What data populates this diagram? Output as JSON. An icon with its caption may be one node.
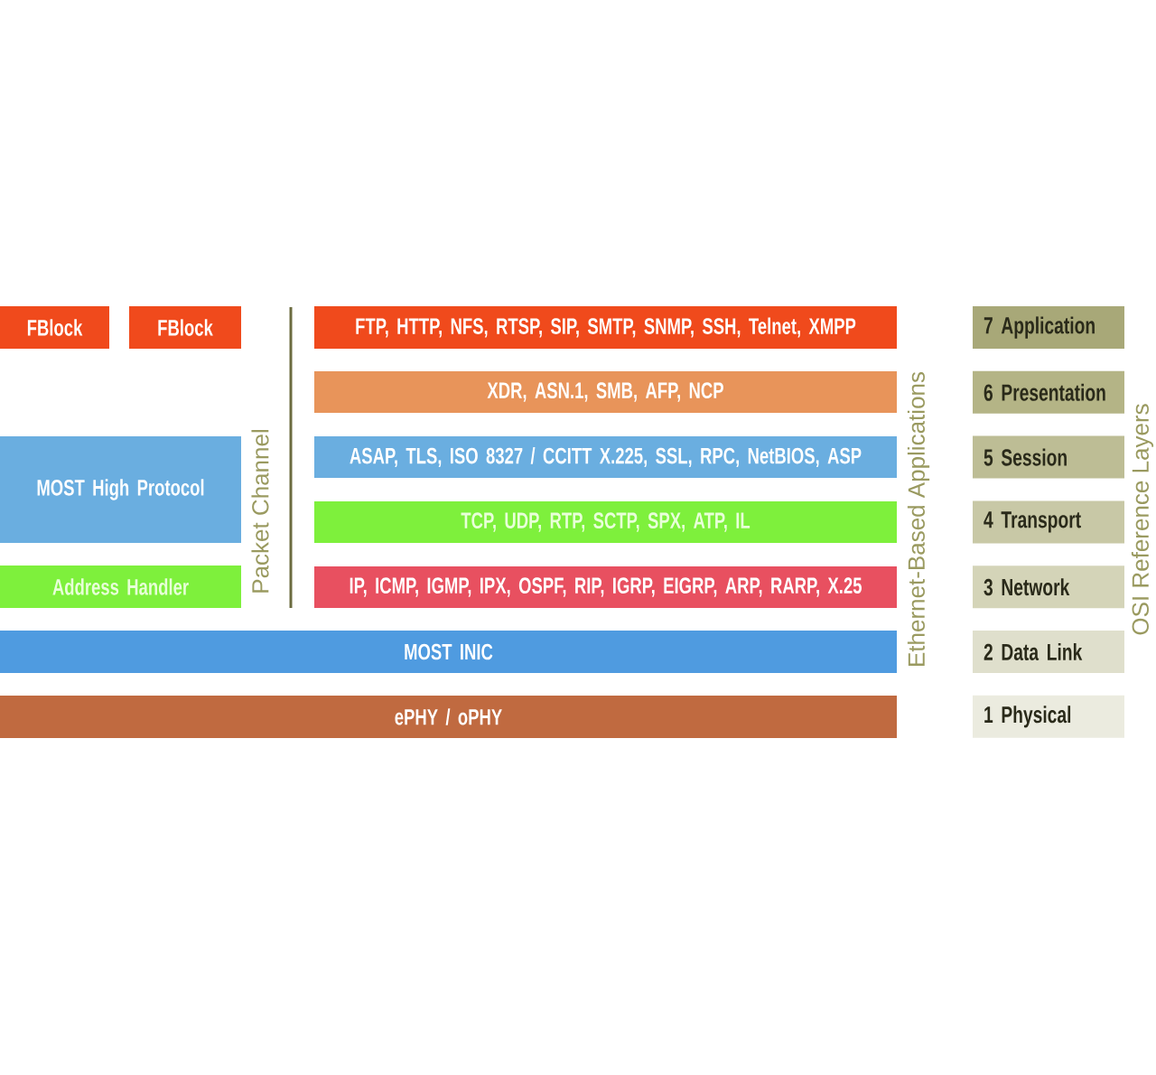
{
  "diagram": {
    "nodes": [
      {
        "text": [
          "FBlock"
        ]
      },
      {
        "text": [
          "FBlock"
        ]
      },
      {
        "text": [
          "MOST High Protocol"
        ]
      },
      {
        "text": [
          "Address Handler"
        ]
      },
      {
        "text": [
          "FTP, HTTP, NFS, RTSP, SIP, SMTP, SNMP, SSH, Telnet, XMPP"
        ]
      },
      {
        "text": [
          "XDR, ASN.1, SMB, AFP, NCP"
        ]
      },
      {
        "text": [
          "ASAP, TLS, ISO 8327 / CCITT X.225, SSL, RPC, NetBIOS, ASP"
        ]
      },
      {
        "text": [
          "TCP, UDP, RTP, SCTP, SPX, ATP, IL"
        ]
      },
      {
        "text": [
          "IP, ICMP, IGMP, IPX, OSPF, RIP, IGRP, EIGRP, ARP, RARP, X.25"
        ]
      },
      {
        "text": [
          "MOST INIC"
        ]
      },
      {
        "text": [
          "ePHY / oPHY"
        ]
      },
      {
        "text": [
          "7 Application"
        ]
      },
      {
        "text": [
          "6 Presentation"
        ]
      },
      {
        "text": [
          "5 Session"
        ]
      },
      {
        "text": [
          "4 Transport"
        ]
      },
      {
        "text": [
          "3 Network"
        ]
      },
      {
        "text": [
          "2 Data Link"
        ]
      },
      {
        "text": [
          "1 Physical"
        ]
      }
    ],
    "labels": [
      "Packet Channel",
      "Ethernet-Based Applications",
      "OSI Reference Layers"
    ]
  }
}
